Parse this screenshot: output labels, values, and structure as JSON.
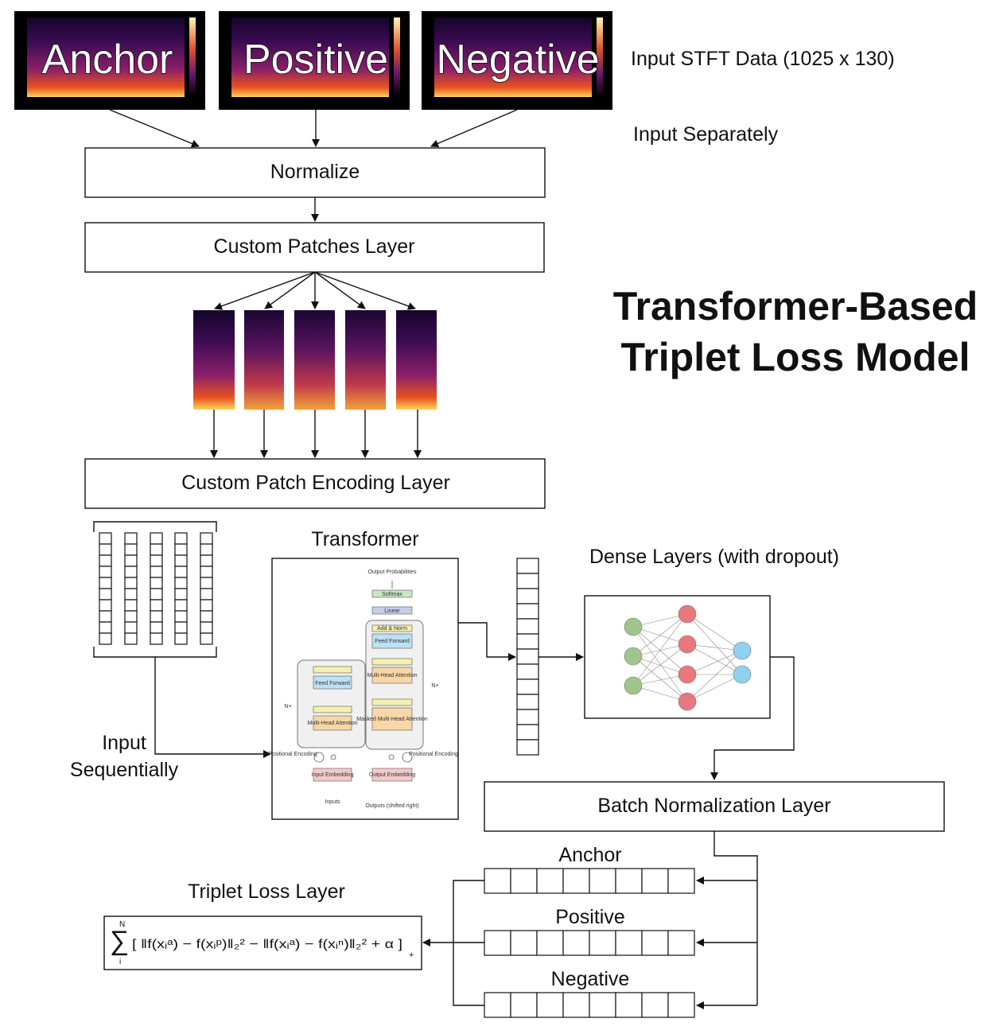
{
  "title": {
    "line1": "Transformer-Based",
    "line2": "Triplet Loss Model"
  },
  "inputs": {
    "spectrograms": [
      "Anchor",
      "Positive",
      "Negative"
    ],
    "stft_label": "Input STFT Data (1025 x 130)",
    "separately_label": "Input Separately"
  },
  "layers": {
    "normalize": "Normalize",
    "patches": "Custom Patches Layer",
    "patch_encoding": "Custom Patch Encoding Layer",
    "transformer": "Transformer",
    "dense": "Dense Layers (with dropout)",
    "batch_norm": "Batch Normalization Layer",
    "triplet_loss": "Triplet Loss Layer"
  },
  "sequence_label": {
    "line1": "Input",
    "line2": "Sequentially"
  },
  "embeddings": [
    "Anchor",
    "Positive",
    "Negative"
  ],
  "formula": "∑ [ ‖f(xᵢᵃ) − f(xᵢᵖ)‖₂² − ‖f(xᵢᵃ) − f(xᵢⁿ)‖₂² + α ]₊",
  "formula_parts": {
    "sum_top": "N",
    "sum_bottom": "i",
    "body": "[ ‖f(xᵢᵃ) − f(xᵢᵖ)‖₂² − ‖f(xᵢᵃ) − f(xᵢⁿ)‖₂² + α ]",
    "plus": "+"
  },
  "transformer_detail": {
    "output_probabilities": "Output Probabilities",
    "softmax": "Softmax",
    "linear": "Linear",
    "add_norm": "Add & Norm",
    "feed_forward": "Feed Forward",
    "multi_head": "Multi-Head Attention",
    "masked_multi_head": "Masked Multi-Head Attention",
    "positional_encoding": "Positional Encoding",
    "input_embedding": "Input Embedding",
    "output_embedding": "Output Embedding",
    "inputs": "Inputs",
    "outputs": "Outputs (shifted right)",
    "nx": "N×"
  },
  "colors": {
    "spectrogram_dark": "#1a0633",
    "spectrogram_mid": "#7a1b6c",
    "spectrogram_hot": "#e8531f",
    "spectrogram_bright": "#fcd35a",
    "nn_input": "#9fc58a",
    "nn_hidden": "#e8787c",
    "nn_output": "#8fd0f0"
  }
}
